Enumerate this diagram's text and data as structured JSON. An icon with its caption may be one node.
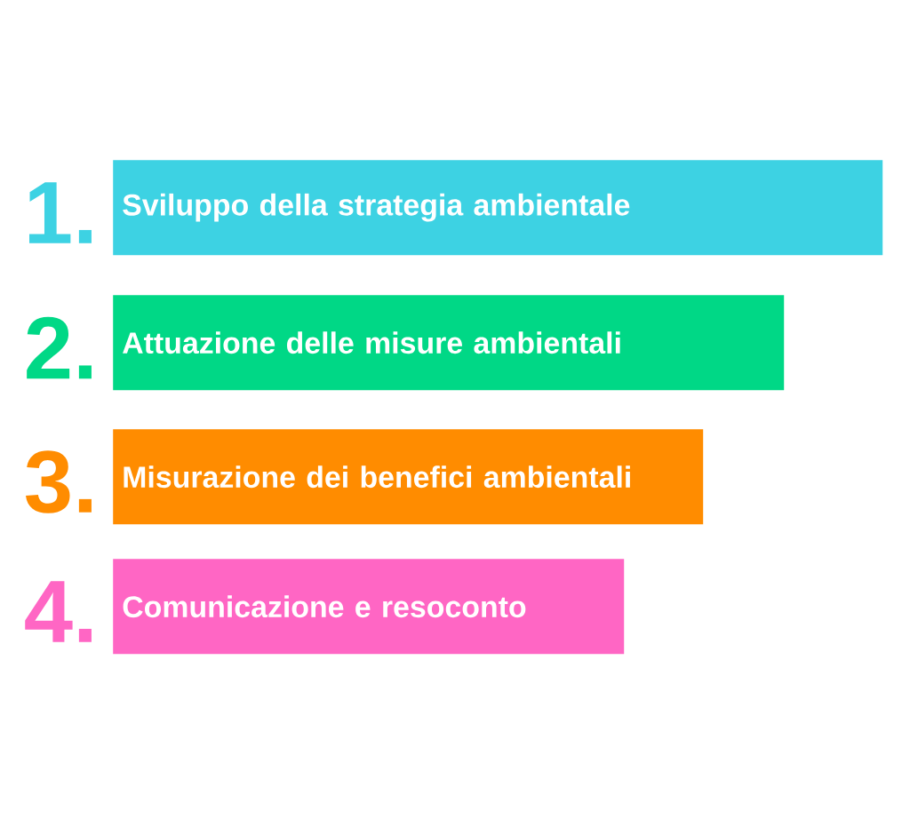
{
  "diagram": {
    "nodes": [
      {
        "text": [
          "Sviluppo della strategia ambientale"
        ],
        "beside": [
          "1."
        ]
      },
      {
        "text": [
          "Attuazione delle misure ambientali"
        ],
        "beside": [
          "2."
        ]
      },
      {
        "text": [
          "Misurazione dei benefici ambientali"
        ],
        "beside": [
          "3."
        ]
      },
      {
        "text": [
          "Comunicazione e resoconto"
        ],
        "beside": [
          "4."
        ]
      }
    ]
  }
}
